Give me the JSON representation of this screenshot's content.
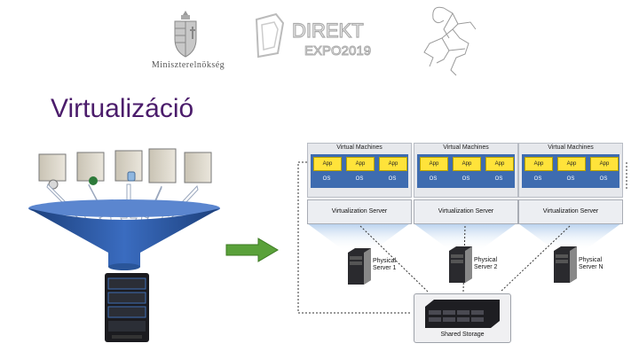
{
  "header": {
    "gov_label": "Miniszterelnökség",
    "expo_top": "DIREKT",
    "expo_bottom": "EXPO2019"
  },
  "slide": {
    "title": "Virtualizáció"
  },
  "diagram": {
    "vm_title": "Virtual Machines",
    "app_label": "App",
    "os_label": "OS",
    "virt_server_label": "Virtualization Server",
    "physical_servers": [
      {
        "line1": "Physical",
        "line2": "Server 1"
      },
      {
        "line1": "Physical",
        "line2": "Server 2"
      },
      {
        "line1": "Physical",
        "line2": "Server N"
      }
    ],
    "storage_label": "Shared Storage"
  },
  "colors": {
    "title": "#4b1c6b",
    "funnel": "#2a5599",
    "green_arrow": "#5aa13a",
    "vm_blue": "#3e6cb0",
    "app_yellow": "#ffe33a"
  }
}
